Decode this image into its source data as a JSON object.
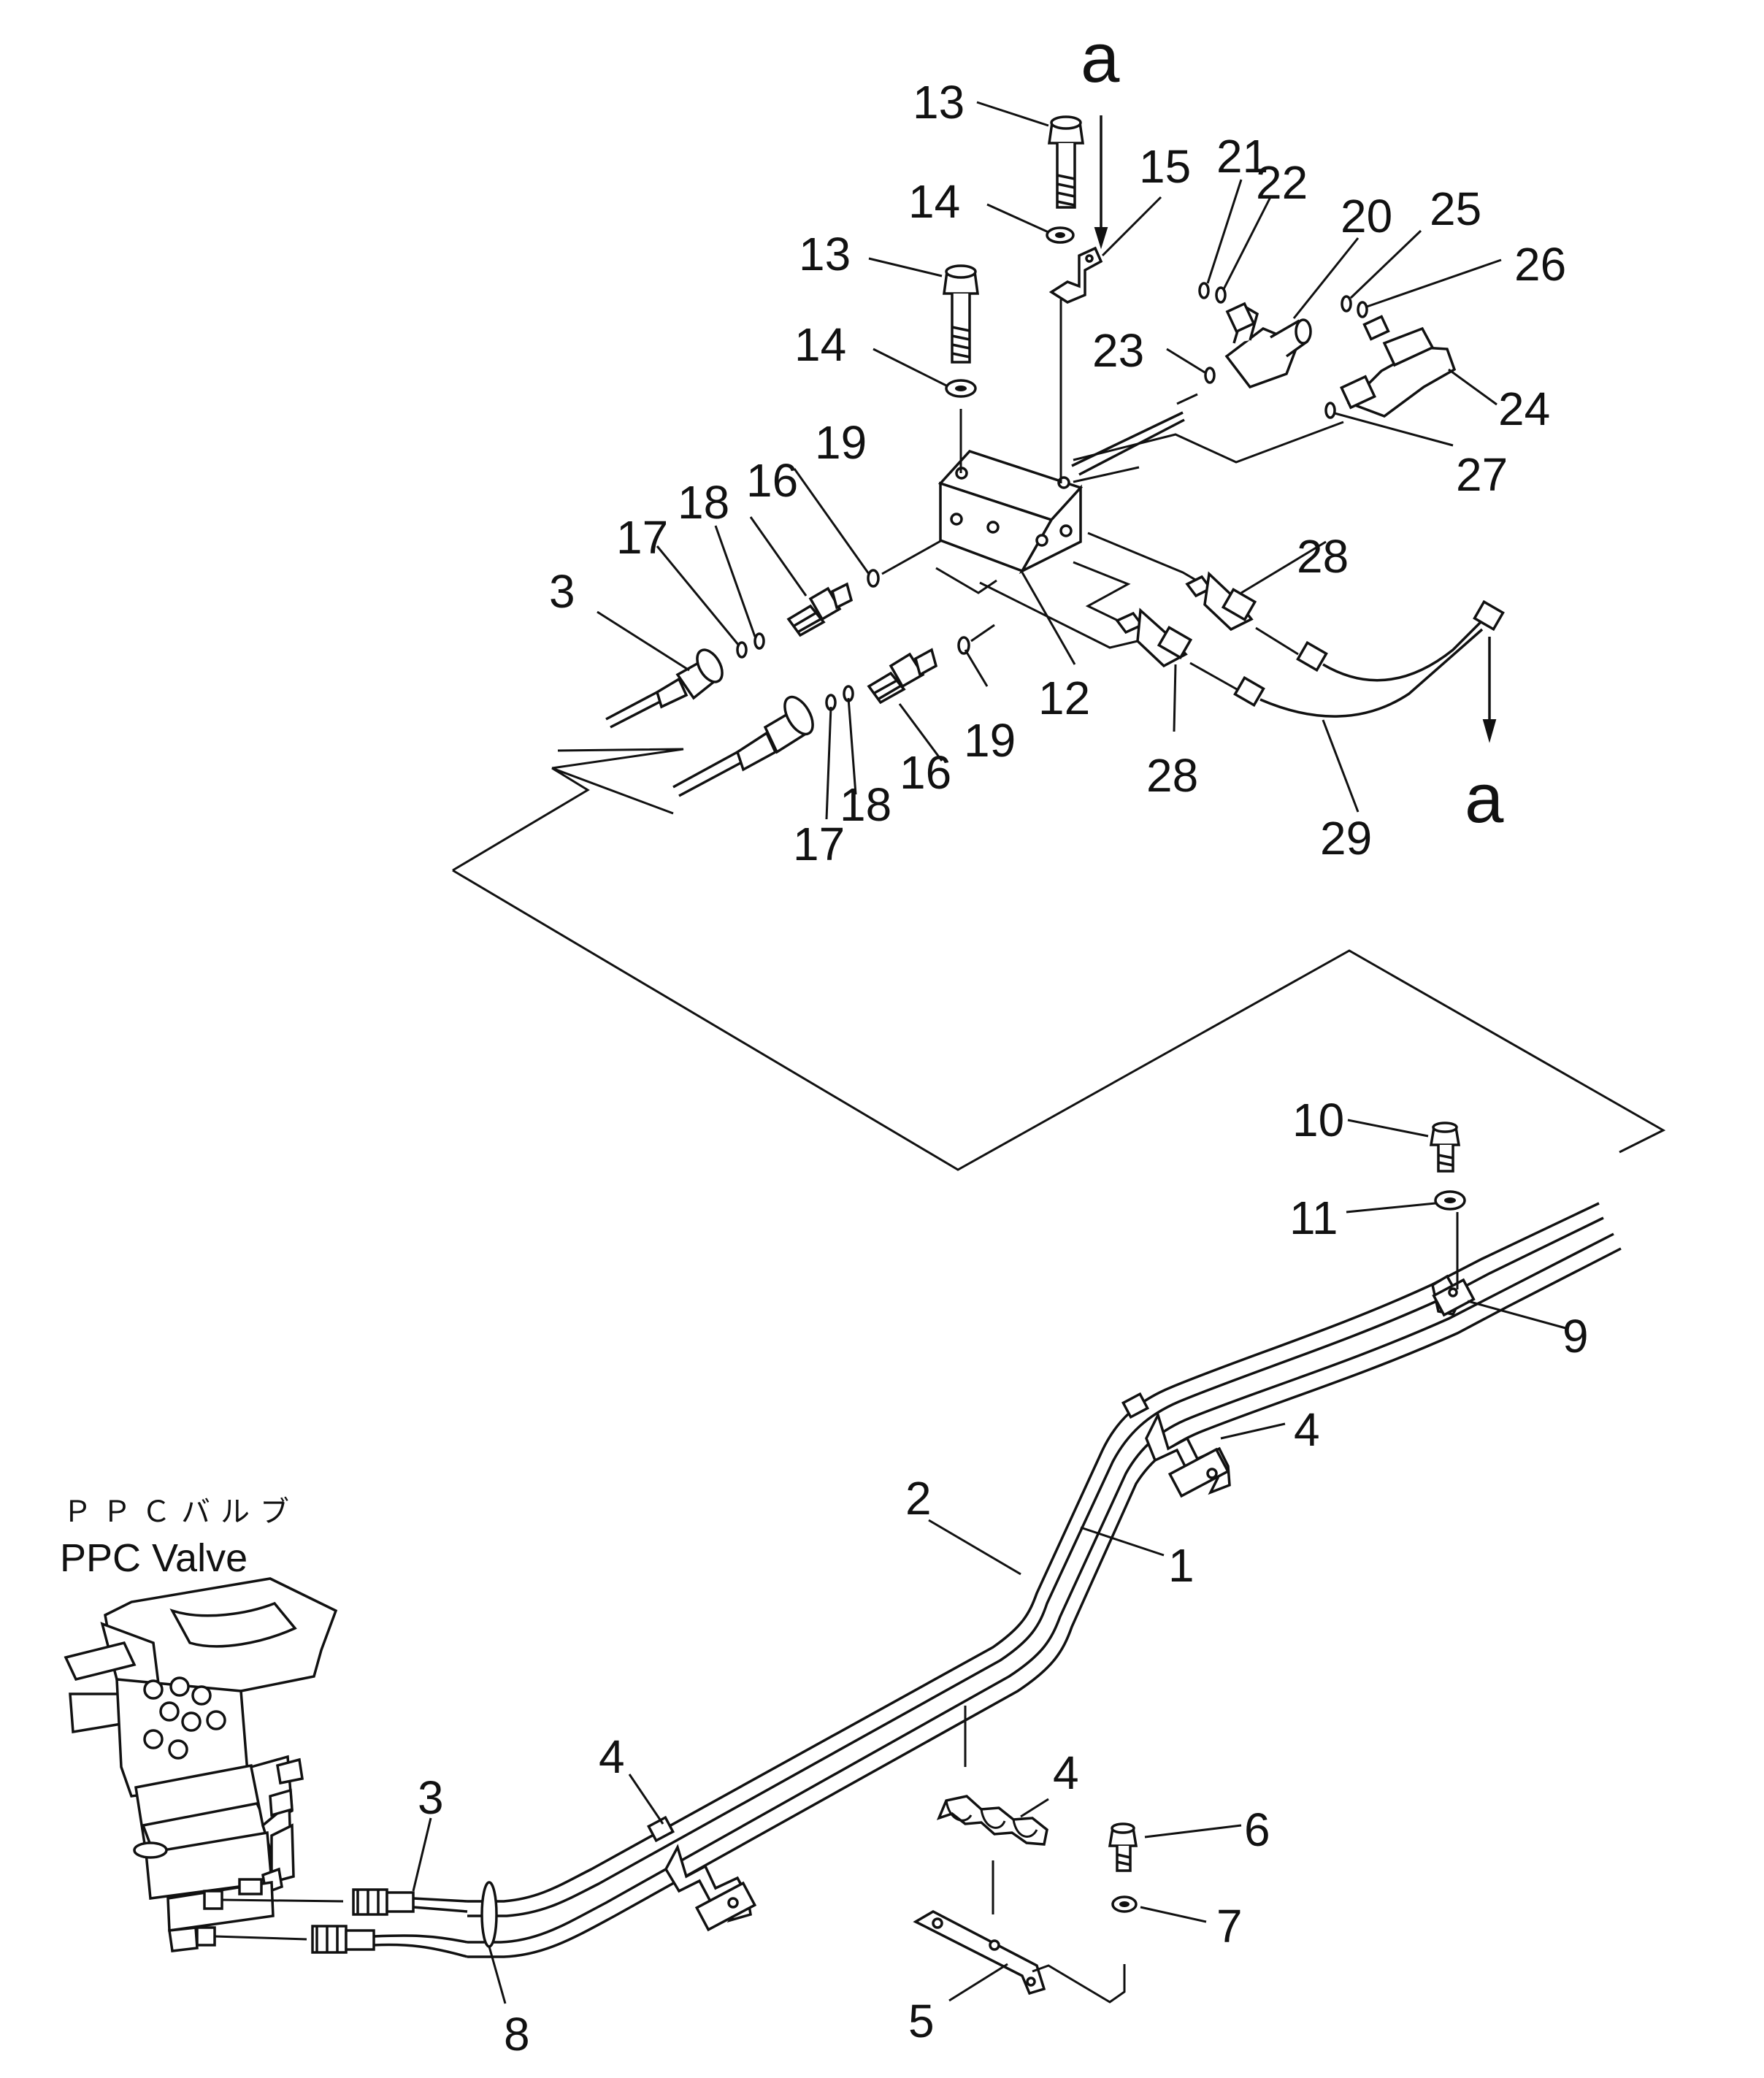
{
  "diagram": {
    "caption_jp": "ＰＰＣバルブ",
    "caption_en": "PPC Valve",
    "view_marker": "a",
    "labels": {
      "l1": "1",
      "l2": "2",
      "l3_top": "3",
      "l3_bottom": "3",
      "l4_right": "4",
      "l4_left": "4",
      "l4_bracket": "4",
      "l5": "5",
      "l6": "6",
      "l7": "7",
      "l8": "8",
      "l9": "9",
      "l10": "10",
      "l11": "11",
      "l12": "12",
      "l13_top": "13",
      "l13_mid": "13",
      "l14_top": "14",
      "l14_mid": "14",
      "l15": "15",
      "l16_top": "16",
      "l16_bottom": "16",
      "l17_top": "17",
      "l17_bottom": "17",
      "l18_top": "18",
      "l18_bottom": "18",
      "l19_top": "19",
      "l19_bottom": "19",
      "l20": "20",
      "l21": "21",
      "l22": "22",
      "l23": "23",
      "l24": "24",
      "l25": "25",
      "l26": "26",
      "l27": "27",
      "l28_top": "28",
      "l28_bottom": "28",
      "l29": "29"
    }
  }
}
